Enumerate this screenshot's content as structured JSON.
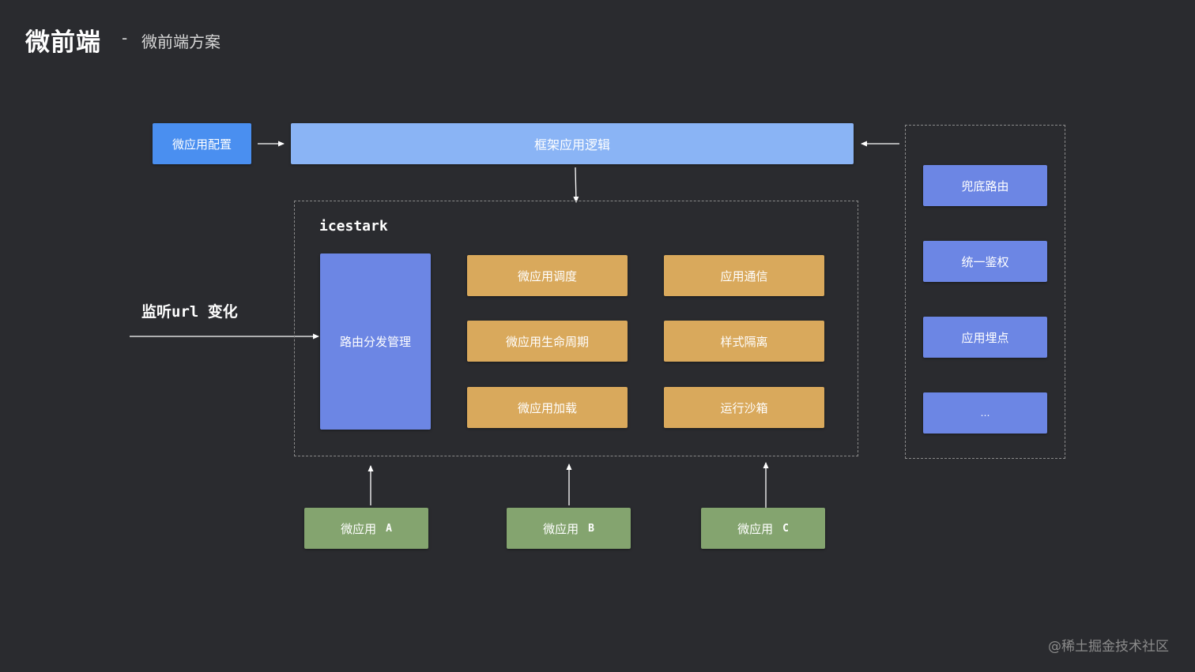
{
  "header": {
    "title": "微前端",
    "dash": "-",
    "subtitle": "微前端方案"
  },
  "top_row": {
    "config": "微应用配置",
    "framework": "框架应用逻辑"
  },
  "icestark": {
    "label": "icestark",
    "router": "路由分发管理",
    "modules": [
      "微应用调度",
      "应用通信",
      "微应用生命周期",
      "样式隔离",
      "微应用加载",
      "运行沙箱"
    ]
  },
  "listen": {
    "text": "监听url 变化"
  },
  "right_panel": {
    "items": [
      "兜底路由",
      "统一鉴权",
      "应用埋点",
      "…"
    ]
  },
  "micro_apps": [
    {
      "name": "微应用",
      "letter": "A"
    },
    {
      "name": "微应用",
      "letter": "B"
    },
    {
      "name": "微应用",
      "letter": "C"
    }
  ],
  "watermark": "@稀土掘金技术社区",
  "colors": {
    "background": "#2a2b2f",
    "config_blue": "#4a8ff0",
    "framework_blue": "#8ab4f5",
    "purple": "#6c86e4",
    "orange": "#d9a95c",
    "green": "#84a46f"
  }
}
